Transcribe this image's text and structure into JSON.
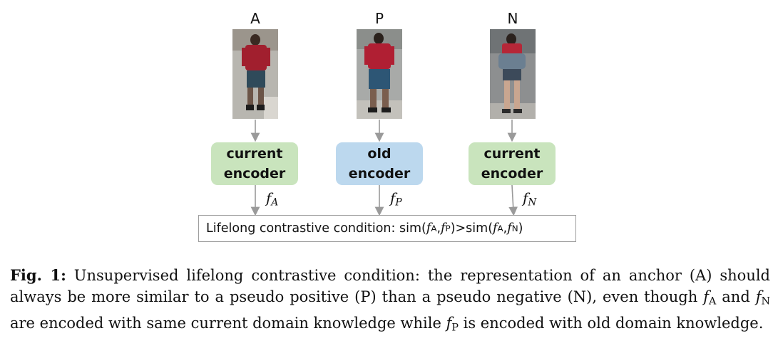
{
  "columns": [
    {
      "label": "A",
      "encoder": [
        "current",
        "encoder"
      ],
      "encoder_kind": "current",
      "feature": "f",
      "feature_sub": "A"
    },
    {
      "label": "P",
      "encoder": [
        "old",
        "encoder"
      ],
      "encoder_kind": "old",
      "feature": "f",
      "feature_sub": "P"
    },
    {
      "label": "N",
      "encoder": [
        "current",
        "encoder"
      ],
      "encoder_kind": "current",
      "feature": "f",
      "feature_sub": "N"
    }
  ],
  "condition": {
    "prefix": "Lifelong contrastive condition: sim(",
    "f": "f",
    "sub_a": "A",
    "sub_p": "P",
    "sub_n": "N",
    "comma": ", ",
    "middle": ")>sim(",
    "suffix": ")"
  },
  "caption": {
    "fig_label": "Fig. 1:",
    "text1": " Unsupervised lifelong contrastive condition: the representation of an anchor (A) should always be more similar to a pseudo positive (P) than a pseudo negative (N), even though ",
    "f": "f",
    "sub_a": "A",
    "text2": " and ",
    "sub_n": "N",
    "text3": " are encoded with same current domain knowledge while ",
    "sub_p": "P",
    "text4": " is encoded with old domain knowledge."
  },
  "colors": {
    "current_encoder": "#c9e4bd",
    "old_encoder": "#bcd8ee",
    "arrow": "#9a9a9a"
  }
}
